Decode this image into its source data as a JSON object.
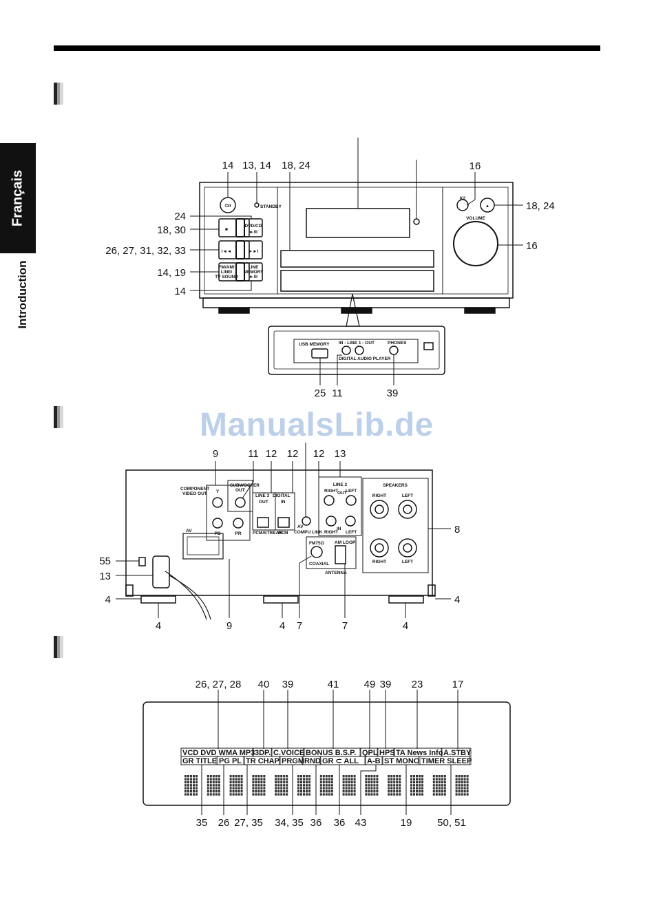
{
  "side_tab": {
    "language": "Français",
    "section": "Introduction"
  },
  "watermark": "ManualsLib.de",
  "front_panel": {
    "labels": {
      "standby": "STANDBY",
      "k2": "K2",
      "volume": "VOLUME",
      "dvd_cd": "DVD/CD",
      "dvd_play": "►/II",
      "fm_am": "FM/AM/",
      "line": "LINE/",
      "tv_sound": "TV SOUND",
      "line_memory1": "LINE",
      "line_memory2": "MEMORY",
      "line_memory3": "►/II",
      "stop": "■",
      "prev": "I◄◄",
      "next": "►►I",
      "power": "⏻/I",
      "eject": "▲",
      "usb_memory": "USB MEMORY",
      "line_in_out": "IN - LINE 1 - OUT",
      "digital_audio_player": "DIGITAL AUDIO PLAYER",
      "phones": "PHONES"
    },
    "callouts": {
      "c14a": "14",
      "c13_14": "13, 14",
      "c18_24a": "18, 24",
      "c16a": "16",
      "c18_24b": "18, 24",
      "c16b": "16",
      "c24": "24",
      "c18_30": "18, 30",
      "c26_33": "26, 27, 31, 32, 33",
      "c14_19": "14, 19",
      "c14b": "14",
      "c25": "25",
      "c11": "11",
      "c39": "39"
    }
  },
  "rear_panel": {
    "labels": {
      "component_video_out1": "COMPONENT",
      "component_video_out2": "VIDEO OUT",
      "y": "Y",
      "pb": "PB",
      "pr": "PR",
      "subwoofer_out1": "SUBWOOFER",
      "subwoofer_out2": "OUT",
      "line3": "LINE 3",
      "out": "OUT",
      "digital": "DIGITAL",
      "in": "IN",
      "pcm_stream": "PCM/STREAM",
      "pcm": "PCM",
      "av_compu_link1": "AV",
      "av_compu_link2": "COMPU LINK",
      "line2": "LINE 2",
      "right": "RIGHT",
      "left": "LEFT",
      "speakers": "SPEAKERS",
      "av": "AV",
      "fm75": "FM75Ω",
      "coaxial": "COAXIAL",
      "am_loop": "AM LOOP",
      "antenna": "ANTENNA"
    },
    "callouts": {
      "c9a": "9",
      "c11": "11",
      "c12a": "12",
      "c12b": "12",
      "c12c": "12",
      "c13a": "13",
      "c8": "8",
      "c55": "55",
      "c13b": "13",
      "c4a": "4",
      "c4b": "4",
      "c4c": "4",
      "c9b": "9",
      "c4d": "4",
      "c7a": "7",
      "c7b": "7",
      "c4e": "4"
    }
  },
  "display_panel": {
    "row1": [
      "VCD DVD WMA MP3",
      "3DP.",
      "C.VOICE",
      "BONUS    B.S.P.",
      "QPL",
      "HPS",
      "TA News Info",
      "A.STBY"
    ],
    "row2": [
      "GR TITLE",
      "PG PL",
      "TR  CHAP",
      "PRGM",
      "RND",
      "GR  ⊂  ALL",
      "A-B",
      "ST MONO",
      "TIMER SLEEP"
    ],
    "top_callouts": [
      "26, 27, 28",
      "40",
      "39",
      "41",
      "49",
      "39",
      "23",
      "17"
    ],
    "bottom_callouts": [
      "35",
      "26",
      "27, 35",
      "34, 35",
      "36",
      "36",
      "43",
      "19",
      "50, 51"
    ]
  }
}
